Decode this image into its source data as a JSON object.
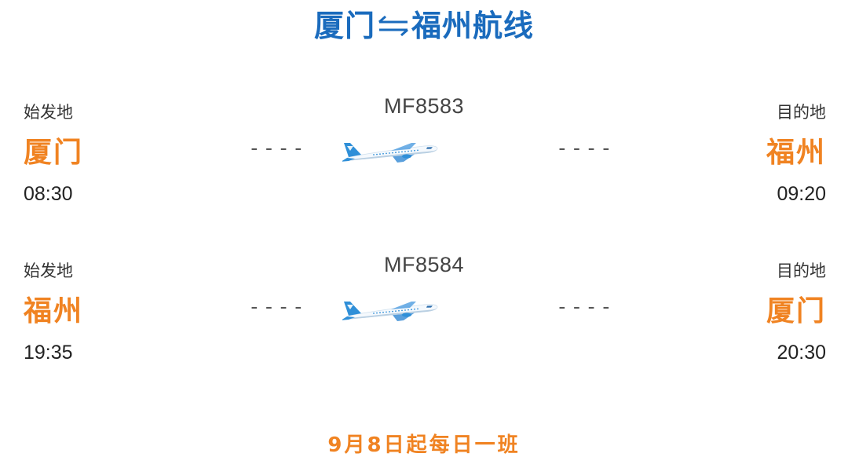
{
  "title": {
    "origin": "厦门",
    "destination": "福州航线",
    "arrow_icon": "two-way-arrow-icon"
  },
  "flights": [
    {
      "number": "MF8583",
      "origin_label": "始发地",
      "origin": "厦门",
      "departure_time": "08:30",
      "dest_label": "目的地",
      "destination": "福州",
      "arrival_time": "09:20",
      "connector": "----",
      "icon": "airplane-icon"
    },
    {
      "number": "MF8584",
      "origin_label": "始发地",
      "origin": "福州",
      "departure_time": "19:35",
      "dest_label": "目的地",
      "destination": "厦门",
      "arrival_time": "20:30",
      "connector": "----",
      "icon": "airplane-icon"
    }
  ],
  "footer": {
    "schedule": "9月8日起每日一班"
  },
  "colors": {
    "title": "#1a6bbd",
    "accent": "#f08322",
    "plane_body": "#ffffff",
    "plane_blue": "#2f8fd8"
  }
}
